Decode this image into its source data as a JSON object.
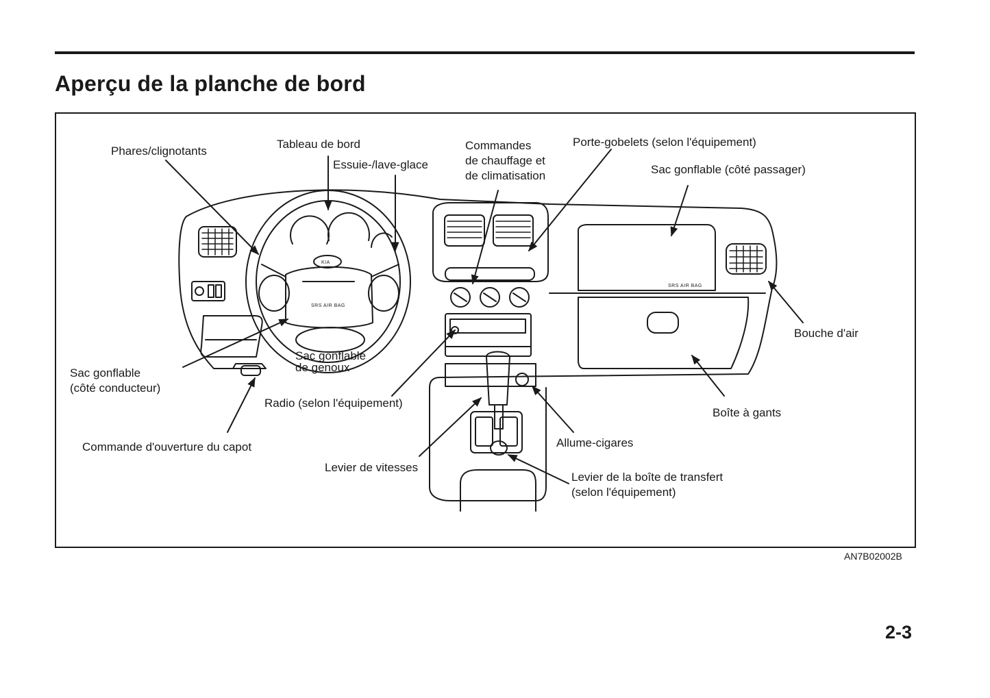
{
  "page": {
    "title": "Aperçu de la planche de bord",
    "figure_code": "AN7B02002B",
    "page_number": "2-3"
  },
  "figure": {
    "labels": {
      "phares": "Phares/clignotants",
      "tableau": "Tableau de bord",
      "essuie": "Essuie-/lave-glace",
      "commandes_1": "Commandes",
      "commandes_2": "de chauffage et",
      "commandes_3": "de climatisation",
      "porte_gobelets": "Porte-gobelets (selon l'équipement)",
      "sac_passager": "Sac gonflable (côté passager)",
      "bouche_air": "Bouche d'air",
      "boite_gants": "Boîte à gants",
      "sac_conducteur_1": "Sac gonflable",
      "sac_conducteur_2": "(côté conducteur)",
      "sac_genoux_1": "Sac gonflable",
      "sac_genoux_2": "de genoux",
      "radio": "Radio (selon l'équipement)",
      "capot": "Commande d'ouverture du capot",
      "levier_vitesses": "Levier de vitesses",
      "allume": "Allume-cigares",
      "transfert_1": "Levier de la boîte de transfert",
      "transfert_2": "(selon l'équipement)"
    },
    "markings": {
      "srs_driver": "SRS AIR BAG",
      "srs_passenger": "SRS AIR BAG",
      "logo": "KIA"
    }
  }
}
